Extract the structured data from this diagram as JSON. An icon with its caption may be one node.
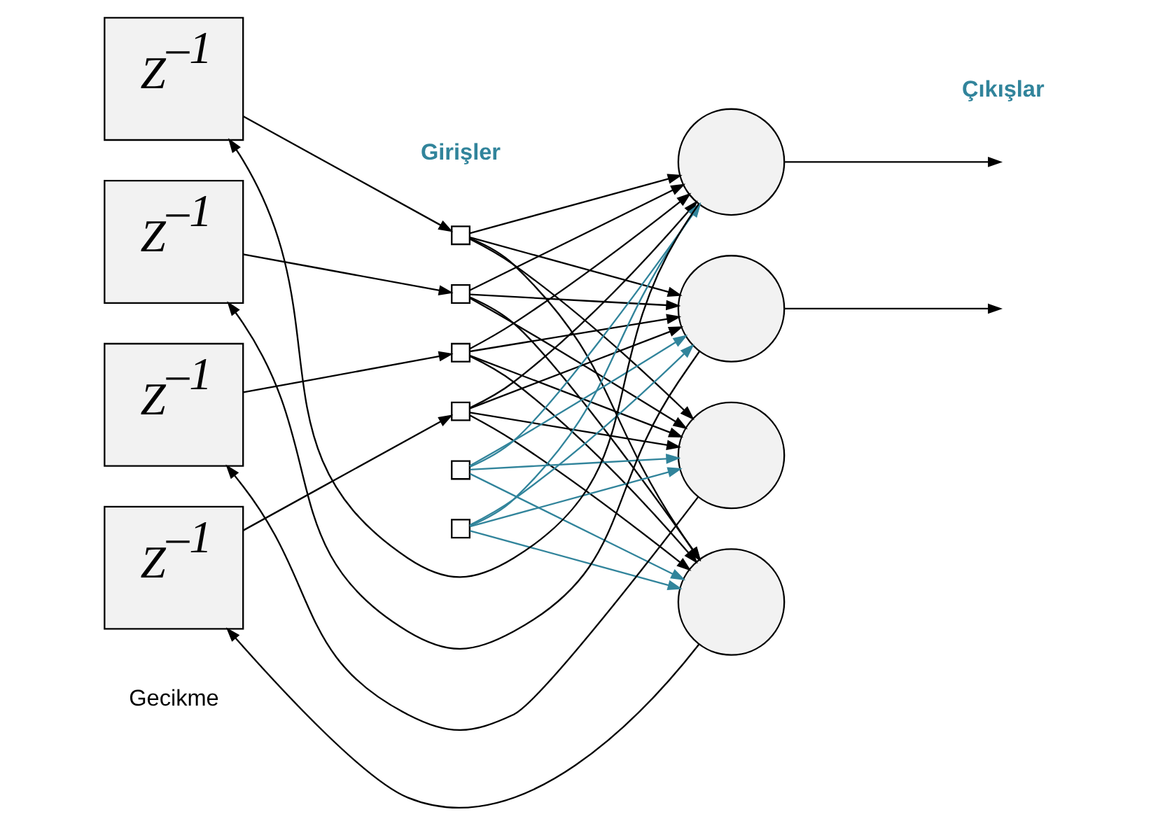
{
  "diagram": {
    "nodes": [
      {
        "text": [
          "Z$^{–1}$"
        ]
      },
      {
        "text": [
          "Z$^{–1}$"
        ]
      },
      {
        "text": [
          "Z$^{–1}$"
        ]
      },
      {
        "text": [
          "Z$^{–1}$"
        ]
      },
      {
        "text": [],
        "shape": "box"
      },
      {
        "text": [],
        "shape": "box"
      },
      {
        "text": [],
        "shape": "box"
      },
      {
        "text": [],
        "shape": "box"
      },
      {
        "text": [],
        "shape": "box"
      },
      {
        "text": [],
        "shape": "box"
      },
      {
        "text": [],
        "shape": "circle"
      },
      {
        "text": [],
        "shape": "circle"
      },
      {
        "text": [],
        "shape": "circle"
      },
      {
        "text": [],
        "shape": "circle"
      }
    ],
    "edges": [
      {
        "from": 0,
        "to": 4,
        "arrow": "to"
      },
      {
        "from": 1,
        "to": 5,
        "arrow": "to"
      },
      {
        "from": 2,
        "to": 6,
        "arrow": "to"
      },
      {
        "from": 3,
        "to": 7,
        "arrow": "to"
      },
      {
        "from": 4,
        "to": 10,
        "arrow": "to"
      },
      {
        "from": 4,
        "to": 11,
        "arrow": "to"
      },
      {
        "from": 4,
        "to": 12,
        "arrow": "to"
      },
      {
        "from": 4,
        "to": 13,
        "arrow": "to"
      },
      {
        "from": 5,
        "to": 10,
        "arrow": "to"
      },
      {
        "from": 5,
        "to": 11,
        "arrow": "to"
      },
      {
        "from": 5,
        "to": 12,
        "arrow": "to"
      },
      {
        "from": 5,
        "to": 13,
        "arrow": "to"
      },
      {
        "from": 6,
        "to": 10,
        "arrow": "to"
      },
      {
        "from": 6,
        "to": 11,
        "arrow": "to"
      },
      {
        "from": 6,
        "to": 12,
        "arrow": "to"
      },
      {
        "from": 6,
        "to": 13,
        "arrow": "to"
      },
      {
        "from": 7,
        "to": 10,
        "arrow": "to"
      },
      {
        "from": 7,
        "to": 11,
        "arrow": "to"
      },
      {
        "from": 7,
        "to": 12,
        "arrow": "to"
      },
      {
        "from": 7,
        "to": 13,
        "arrow": "to"
      },
      {
        "from": 8,
        "to": 10,
        "arrow": "to",
        "color": "#31849b"
      },
      {
        "from": 8,
        "to": 11,
        "arrow": "to",
        "color": "#31849b"
      },
      {
        "from": 8,
        "to": 12,
        "arrow": "to",
        "color": "#31849b"
      },
      {
        "from": 8,
        "to": 13,
        "arrow": "to",
        "color": "#31849b"
      },
      {
        "from": 9,
        "to": 10,
        "arrow": "to",
        "color": "#31849b"
      },
      {
        "from": 9,
        "to": 11,
        "arrow": "to",
        "color": "#31849b"
      },
      {
        "from": 9,
        "to": 12,
        "arrow": "to",
        "color": "#31849b"
      },
      {
        "from": 9,
        "to": 13,
        "arrow": "to",
        "color": "#31849b"
      },
      {
        "from": 10,
        "to": 0,
        "arrow": "to"
      },
      {
        "from": 11,
        "to": 1,
        "arrow": "to"
      },
      {
        "from": 12,
        "to": 2,
        "arrow": "to"
      },
      {
        "from": 13,
        "to": 3,
        "arrow": "to"
      },
      {
        "from": 10,
        "to": null,
        "arrow": "to"
      },
      {
        "from": 11,
        "to": null,
        "arrow": "to"
      }
    ],
    "labels": [
      "Çıkışlar",
      "Gecikme",
      "Girişler"
    ]
  }
}
